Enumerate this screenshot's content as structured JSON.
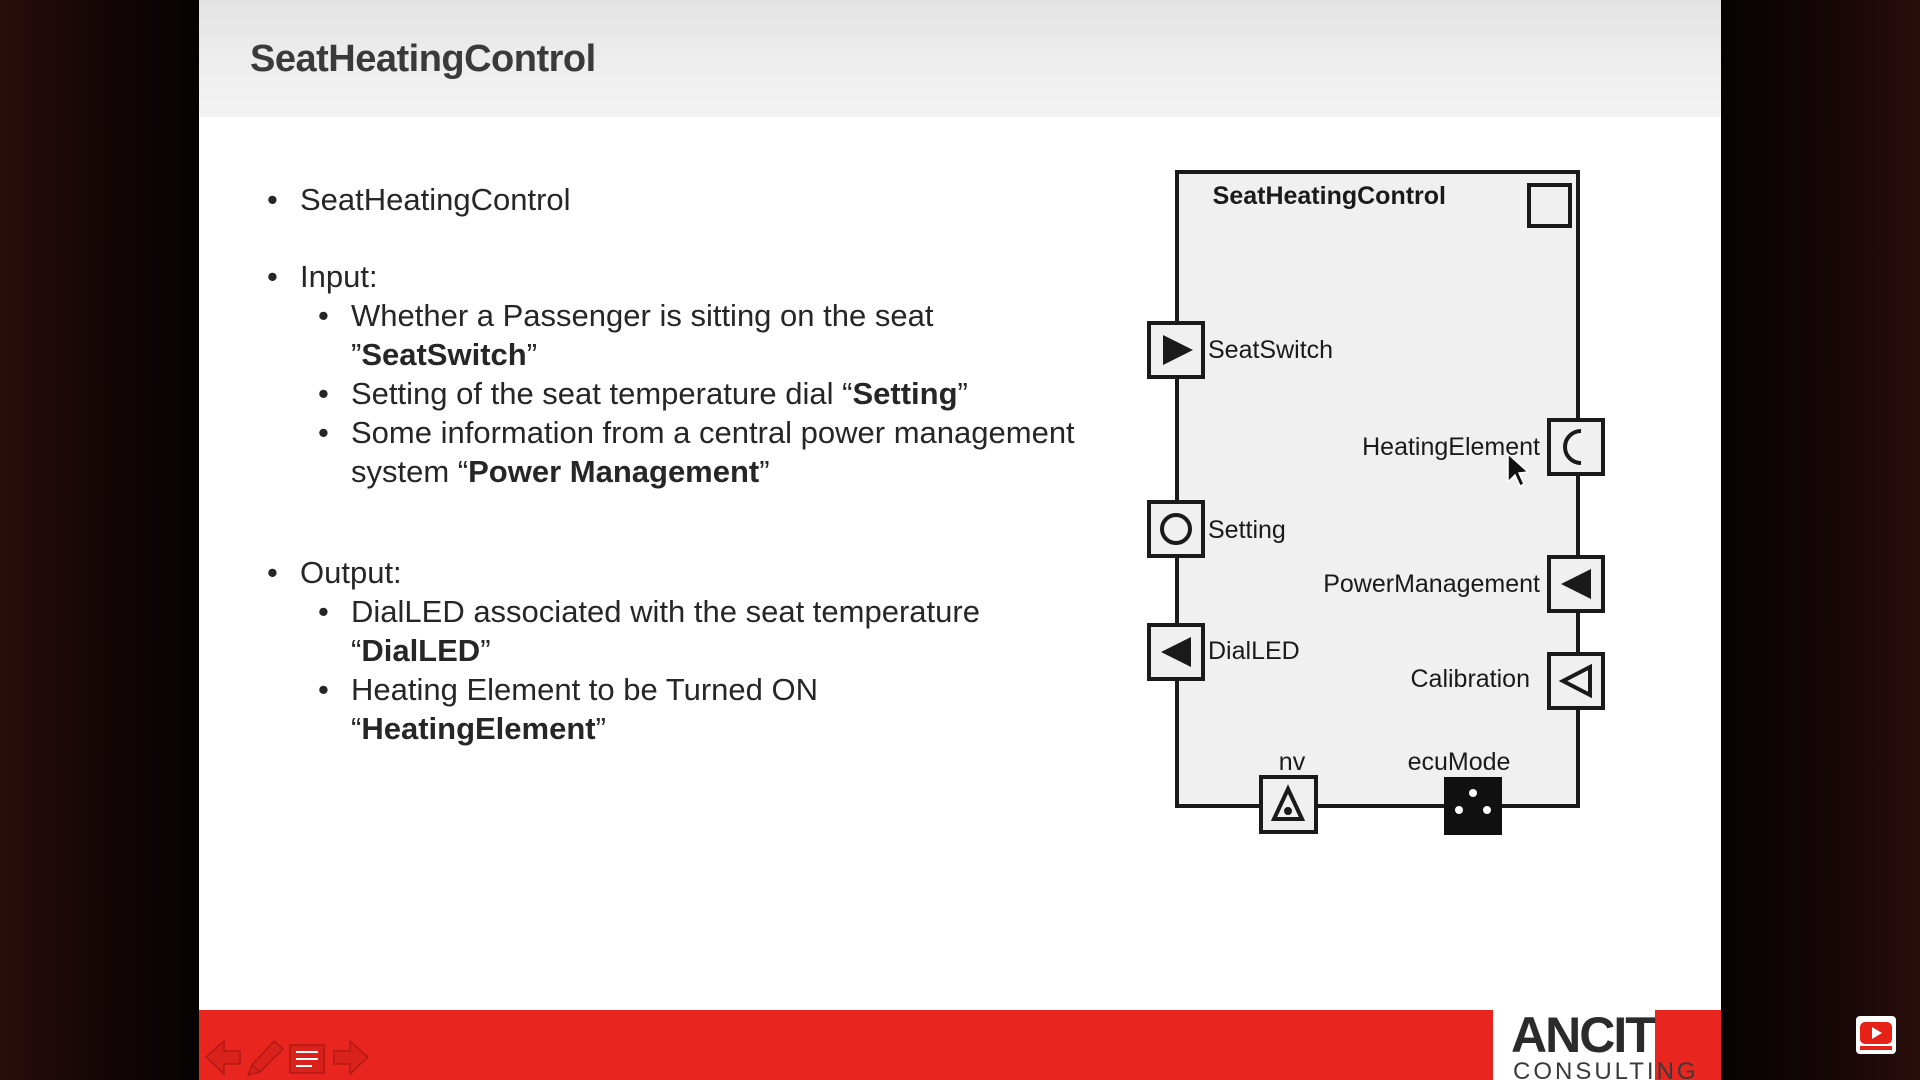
{
  "slide": {
    "title": "SeatHeatingControl",
    "bullets": {
      "item1": "SeatHeatingControl",
      "input_label": "Input:",
      "input1_text": "Whether a Passenger is sitting on the seat",
      "input1_line2_open": "”",
      "input1_bold": "SeatSwitch",
      "input1_close": "”",
      "input2_text": "Setting of the seat temperature dial “",
      "input2_bold": "Setting",
      "input2_close": "”",
      "input3_text": "Some information from a central power management",
      "input3_line2_text": "system “",
      "input3_bold": "Power Management",
      "input3_close": "”",
      "output_label": "Output:",
      "output1_text": "DialLED associated with the seat temperature",
      "output1_line2_open": "“",
      "output1_bold": "DialLED",
      "output1_close": "”",
      "output2_text": "Heating Element to be Turned ON",
      "output2_line2_open": "“",
      "output2_bold": "HeatingElement",
      "output2_close": "”"
    }
  },
  "diagram": {
    "component_name": "SeatHeatingControl",
    "ports": {
      "seat_switch": "SeatSwitch",
      "heating_element": "HeatingElement",
      "setting": "Setting",
      "power_management": "PowerManagement",
      "dial_led": "DialLED",
      "calibration": "Calibration",
      "nv": "nv",
      "ecu_mode": "ecuMode"
    }
  },
  "footer": {
    "logo_main": "ANCIT",
    "logo_sub": "CONSULTING"
  },
  "colors": {
    "footer_red": "#e8261f",
    "youtube_red": "#e62117"
  },
  "icons": {
    "nav_back": "arrow-left-icon",
    "nav_pen": "pen-icon",
    "nav_menu": "menu-icon",
    "nav_forward": "arrow-right-icon",
    "youtube": "youtube-subscribe-icon"
  }
}
